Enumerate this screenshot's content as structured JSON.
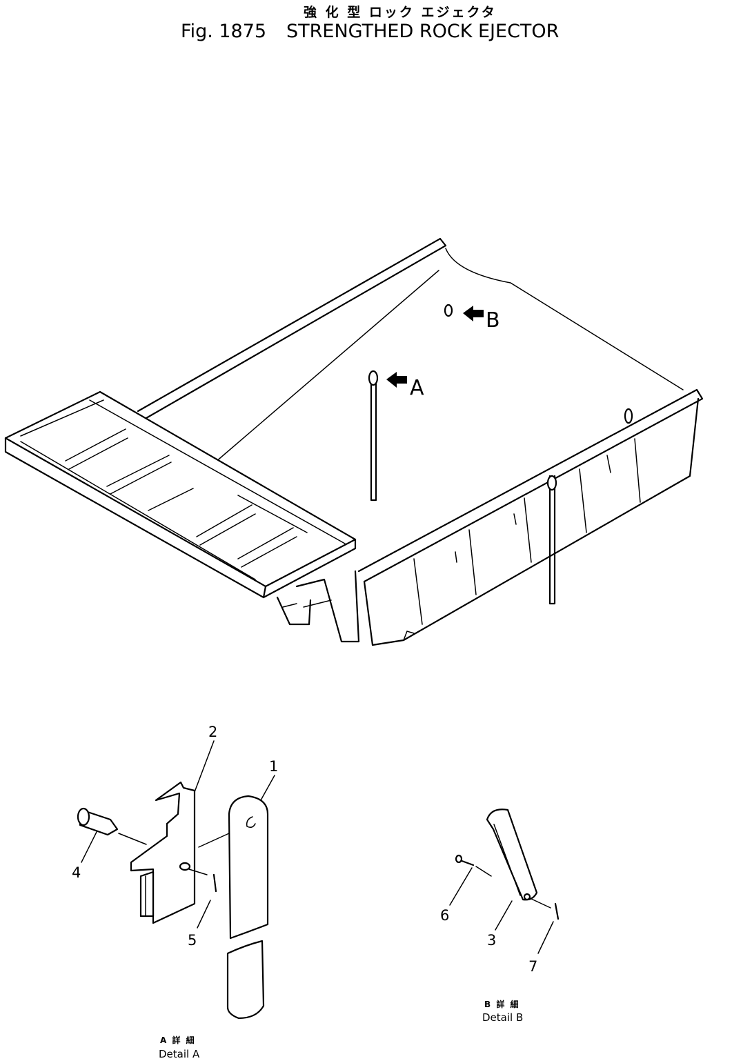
{
  "title": {
    "japanese": "強 化 型 ロック エジェクタ",
    "fig_label": "Fig. 1875",
    "english": "STRENGTHED ROCK EJECTOR"
  },
  "callouts": {
    "a": "A",
    "b": "B"
  },
  "part_numbers": {
    "p1": "1",
    "p2": "2",
    "p3": "3",
    "p4": "4",
    "p5": "5",
    "p6": "6",
    "p7": "7"
  },
  "detail_a": {
    "japanese": "A 詳 細",
    "english": "Detail A"
  },
  "detail_b": {
    "japanese": "B 詳 細",
    "english": "Detail B"
  }
}
